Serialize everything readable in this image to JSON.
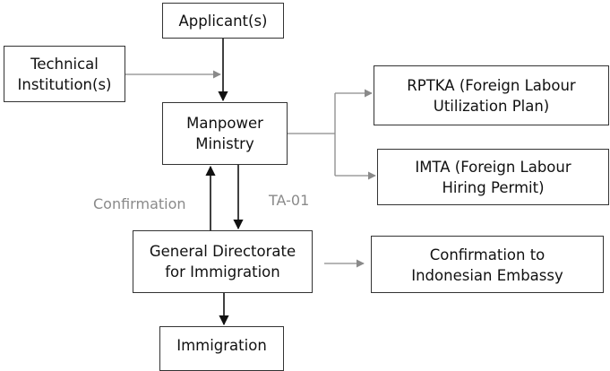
{
  "nodes": {
    "applicant": "Applicant(s)",
    "technical": "Technical\nInstitution(s)",
    "manpower": "Manpower\nMinistry",
    "rptka": "RPTKA (Foreign Labour\nUtilization Plan)",
    "imta": "IMTA (Foreign Labour\nHiring Permit)",
    "directorate": "General Directorate\nfor Immigration",
    "embassy": "Confirmation to\nIndonesian Embassy",
    "immigration": "Immigration"
  },
  "edge_labels": {
    "confirmation": "Confirmation",
    "ta01": "TA-01"
  },
  "colors": {
    "arrow_dark": "#111111",
    "arrow_gray": "#8a8a8a"
  }
}
